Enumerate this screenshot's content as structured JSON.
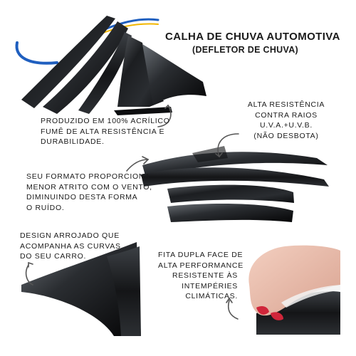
{
  "heading": {
    "title": "CALHA DE CHUVA AUTOMOTIVA",
    "subtitle": "(DEFLETOR DE CHUVA)"
  },
  "notes": {
    "material": "PRODUZIDO EM 100% ACRÍLICO\nFUMÊ DE ALTA RESISTÊNCIA E\nDURABILIDADE.",
    "uv": "ALTA RESISTÊNCIA\nCONTRA RAIOS\nU.V.A.+U.V.B.\n(NÃO DESBOTA)",
    "wind": "SEU FORMATO PROPORCIONA\nMENOR ATRITO COM O VENTO,\nDIMINUINDO DESTA FORMA\nO RUÍDO.",
    "design": "DESIGN ARROJADO QUE\nACOMPANHA AS CURVAS\nDO SEU CARRO.",
    "tape": "FITA DUPLA FACE DE\nALTA PERFORMANCE\nRESISTENTE ÀS\nINTEMPÉRIES\nCLIMÁTICAS."
  },
  "colors": {
    "swoosh_blue": "#1f5fbf",
    "swoosh_yellow": "#f2b600",
    "acrylic_dark": "#1b1d20",
    "nail_red": "#d0263a"
  },
  "icons": [
    "curved-arrow-icon",
    "blue-yellow-swoosh-logo"
  ]
}
